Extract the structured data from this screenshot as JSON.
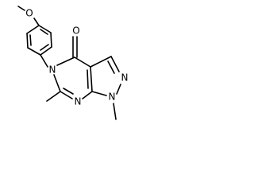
{
  "atoms": {
    "oxygen_methoxy": "O",
    "oxygen_carbonyl": "O",
    "nitrogen_5": "N",
    "nitrogen_7": "N",
    "nitrogen_2": "N",
    "nitrogen_1": "N"
  },
  "colors": {
    "ink": "#000000",
    "background": "#ffffff"
  }
}
